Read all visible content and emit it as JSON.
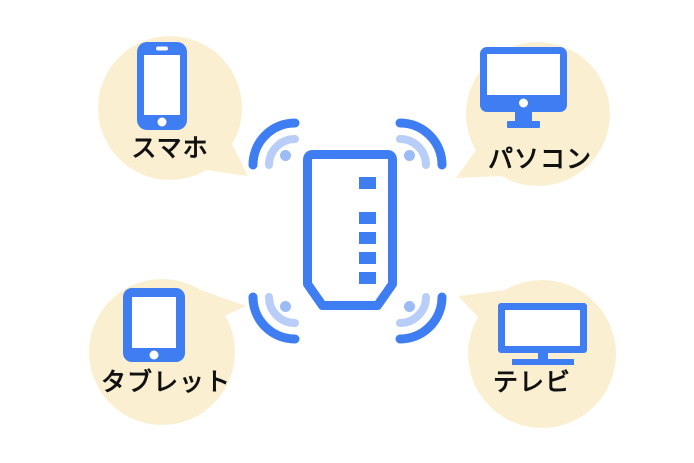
{
  "colors": {
    "primary_blue": "#3E7DF2",
    "light_blue": "#B8CEF8",
    "wifi_dot_blue": "#9BBCF7",
    "bubble_cream": "#FAF0D1",
    "label_text": "#111111",
    "background": "#FFFFFF"
  },
  "router": {
    "icon": "wifi-router-icon",
    "indicator_led_count": 5
  },
  "wifi_waves": {
    "icon": "wifi-signal-icon",
    "count": 4,
    "positions": [
      "top-left",
      "top-right",
      "bottom-left",
      "bottom-right"
    ]
  },
  "devices": [
    {
      "id": "smartphone",
      "label": "スマホ",
      "icon": "smartphone-icon",
      "position": "top-left"
    },
    {
      "id": "pc",
      "label": "パソコン",
      "icon": "desktop-computer-icon",
      "position": "top-right"
    },
    {
      "id": "tablet",
      "label": "タブレット",
      "icon": "tablet-icon",
      "position": "bottom-left"
    },
    {
      "id": "tv",
      "label": "テレビ",
      "icon": "tv-icon",
      "position": "bottom-right"
    }
  ]
}
